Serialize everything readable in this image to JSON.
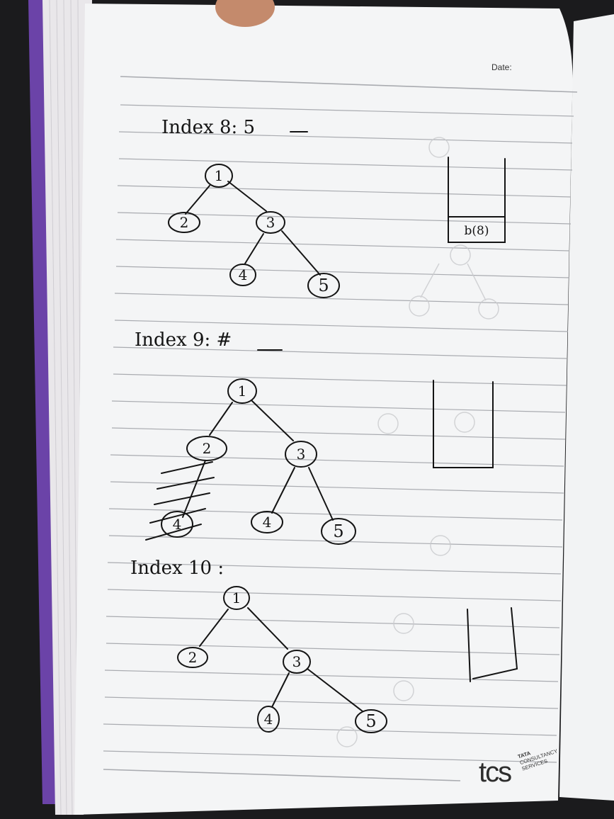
{
  "page": {
    "date_label": "Date:",
    "brand": {
      "mark": "tcs",
      "line1": "TATA",
      "line2": "CONSULTANCY",
      "line3": "SERVICES"
    }
  },
  "sections": [
    {
      "heading": "Index 8: 5",
      "nodes": [
        "1",
        "2",
        "3",
        "4",
        "5"
      ],
      "stack_items": [
        "b(8)"
      ]
    },
    {
      "heading": "Index 9: #",
      "nodes": [
        "1",
        "2",
        "3",
        "4",
        "5",
        "4"
      ],
      "stack_items": []
    },
    {
      "heading": "Index 10 :",
      "nodes": [
        "1",
        "2",
        "3",
        "4",
        "5"
      ],
      "stack_items": []
    }
  ]
}
